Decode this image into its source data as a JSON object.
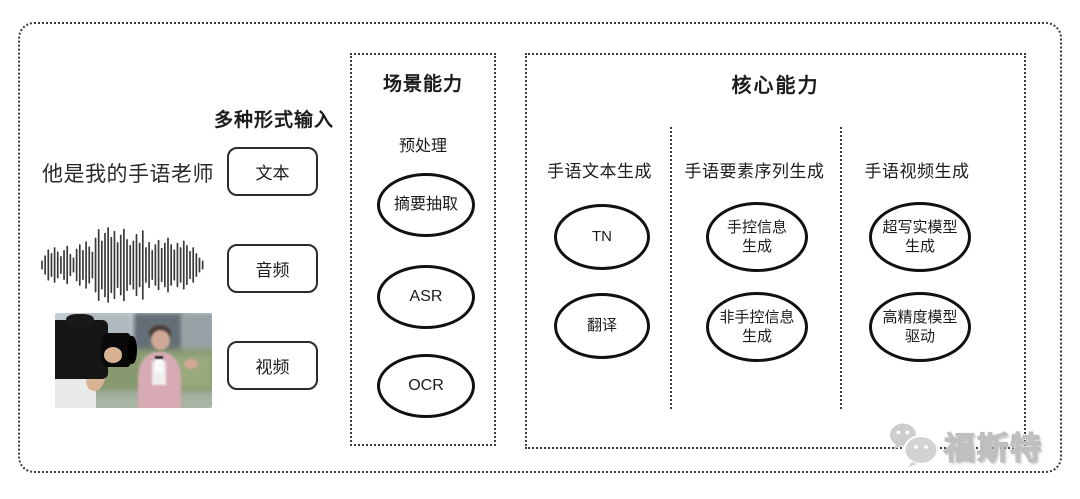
{
  "input_panel": {
    "title": "多种形式输入",
    "sample_text": "他是我的手语老师",
    "items": [
      {
        "label": "文本"
      },
      {
        "label": "音频"
      },
      {
        "label": "视频"
      }
    ]
  },
  "scene_panel": {
    "title": "场景能力",
    "stage_label": "预处理",
    "nodes": [
      {
        "label": "摘要抽取"
      },
      {
        "label": "ASR"
      },
      {
        "label": "OCR"
      }
    ]
  },
  "core_panel": {
    "title": "核心能力",
    "columns": [
      {
        "header": "手语文本生成",
        "nodes": [
          {
            "label": "TN"
          },
          {
            "label": "翻译"
          }
        ]
      },
      {
        "header": "手语要素序列生成",
        "nodes": [
          {
            "label": "手控信息\n生成"
          },
          {
            "label": "非手控信息\n生成"
          }
        ]
      },
      {
        "header": "手语视频生成",
        "nodes": [
          {
            "label": "超写实模型\n生成"
          },
          {
            "label": "高精度模型\n驱动"
          }
        ]
      }
    ]
  },
  "watermark": {
    "icon": "wechat-icon",
    "text": "福斯特"
  },
  "colors": {
    "ink": "#1c1c1c",
    "dotted_border": "#3c3c3c",
    "node_stroke": "#111111",
    "watermark_gray": "#c9c9c9"
  },
  "waveform": {
    "bars": [
      0.1,
      0.24,
      0.4,
      0.3,
      0.46,
      0.34,
      0.22,
      0.38,
      0.5,
      0.28,
      0.18,
      0.42,
      0.54,
      0.38,
      0.62,
      0.48,
      0.34,
      0.72,
      0.95,
      0.64,
      0.85,
      1.0,
      0.74,
      0.9,
      0.6,
      0.8,
      0.96,
      0.68,
      0.52,
      0.64,
      0.82,
      0.58,
      0.92,
      0.46,
      0.6,
      0.38,
      0.54,
      0.66,
      0.44,
      0.58,
      0.72,
      0.54,
      0.4,
      0.58,
      0.46,
      0.64,
      0.52,
      0.36,
      0.46,
      0.3,
      0.18,
      0.1
    ]
  }
}
